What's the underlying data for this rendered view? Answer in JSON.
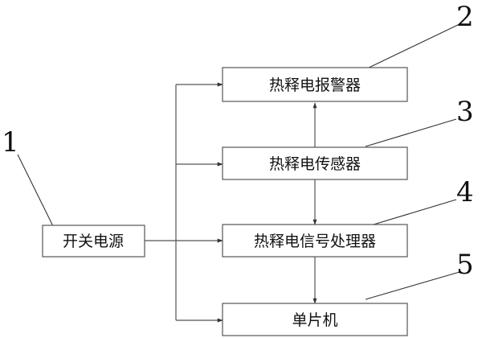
{
  "blocks": {
    "alarm": "热释电报警器",
    "sensor": "热释电传感器",
    "processor": "热释电信号处理器",
    "mcu": "单片机",
    "power": "开关电源"
  },
  "labels": {
    "n1": "1",
    "n2": "2",
    "n3": "3",
    "n4": "4",
    "n5": "5"
  }
}
